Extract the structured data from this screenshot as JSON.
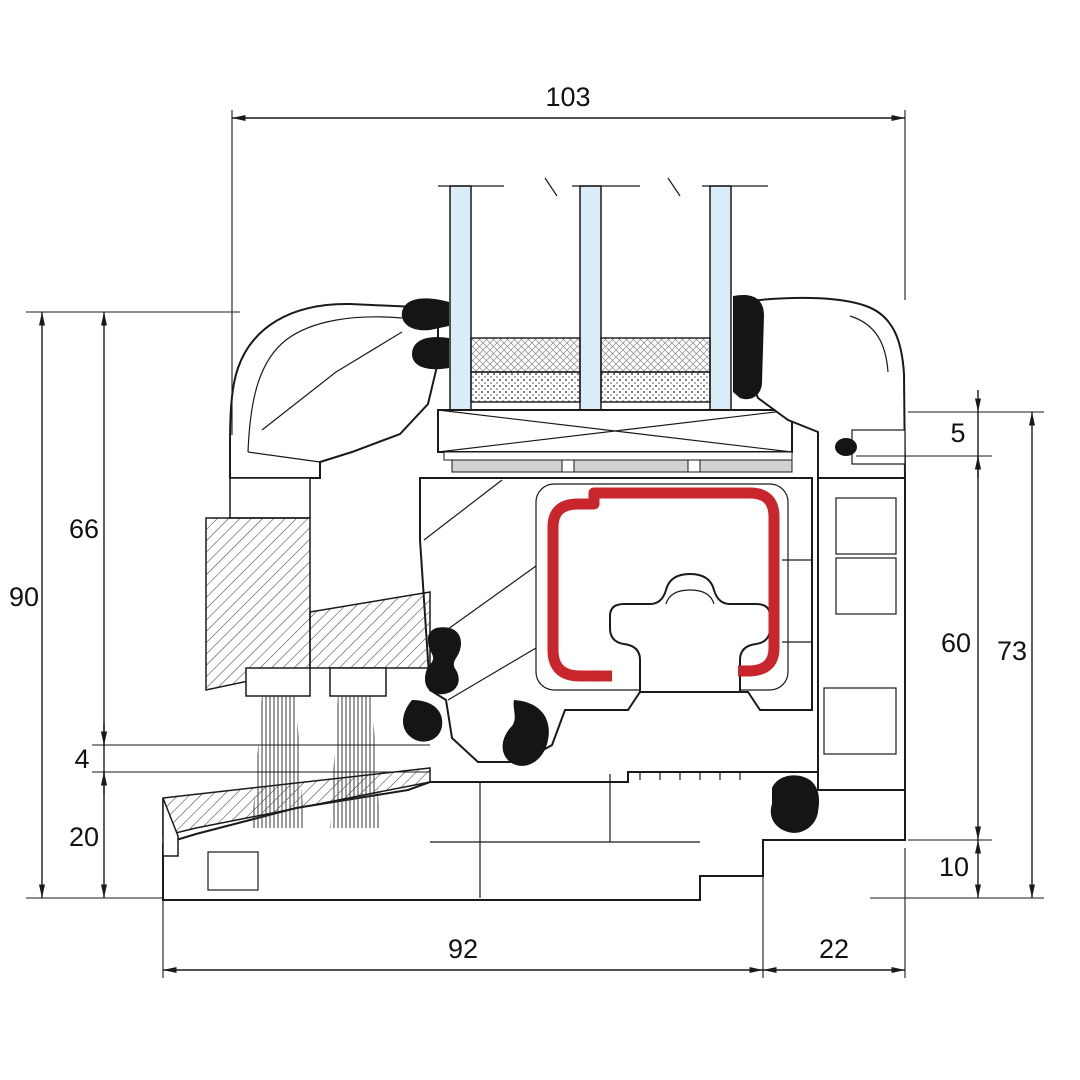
{
  "figure": {
    "type": "window-profile-cross-section",
    "dimensions": {
      "top_width": "103",
      "height_total_left": "90",
      "height_upper_left": "66",
      "gap_left": "4",
      "height_lower_left": "20",
      "offset_top_right": "5",
      "sash_height_right": "60",
      "offset_bottom_right": "10",
      "frame_height_right": "73",
      "frame_depth_bottom": "92",
      "flange_bottom": "22"
    },
    "colors": {
      "line": "#1a1a1a",
      "steel_red": "#c9252c",
      "glass_blue": "#d9ecf7",
      "shim_gray": "#d2d2d2"
    }
  }
}
